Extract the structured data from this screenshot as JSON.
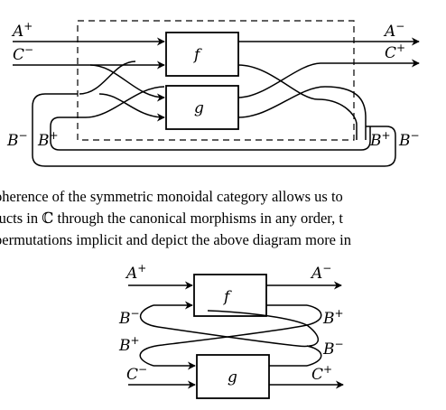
{
  "top_diagram": {
    "left_inputs": [
      "A",
      "C"
    ],
    "left_input_sups": [
      "+",
      "−"
    ],
    "right_outputs": [
      "A",
      "C"
    ],
    "right_output_sups": [
      "−",
      "+"
    ],
    "box_f": "f",
    "box_g": "g",
    "loop_left": [
      "B",
      "B"
    ],
    "loop_left_sups": [
      "−",
      "+"
    ],
    "loop_right": [
      "B",
      "B"
    ],
    "loop_right_sups": [
      "+",
      "−"
    ]
  },
  "paragraph_lines": [
    "oherence of the symmetric monoidal category allows us to",
    "lucts in ℂ through the canonical morphisms in any order, t",
    "permutations implicit and depict the above diagram more in"
  ],
  "bottom_diagram": {
    "box_f": "f",
    "box_g": "g",
    "left_labels": [
      "A",
      "B",
      "B",
      "C"
    ],
    "left_sups": [
      "+",
      "−",
      "+",
      "−"
    ],
    "right_labels": [
      "A",
      "B",
      "B",
      "C"
    ],
    "right_sups": [
      "−",
      "+",
      "−",
      "+"
    ]
  }
}
